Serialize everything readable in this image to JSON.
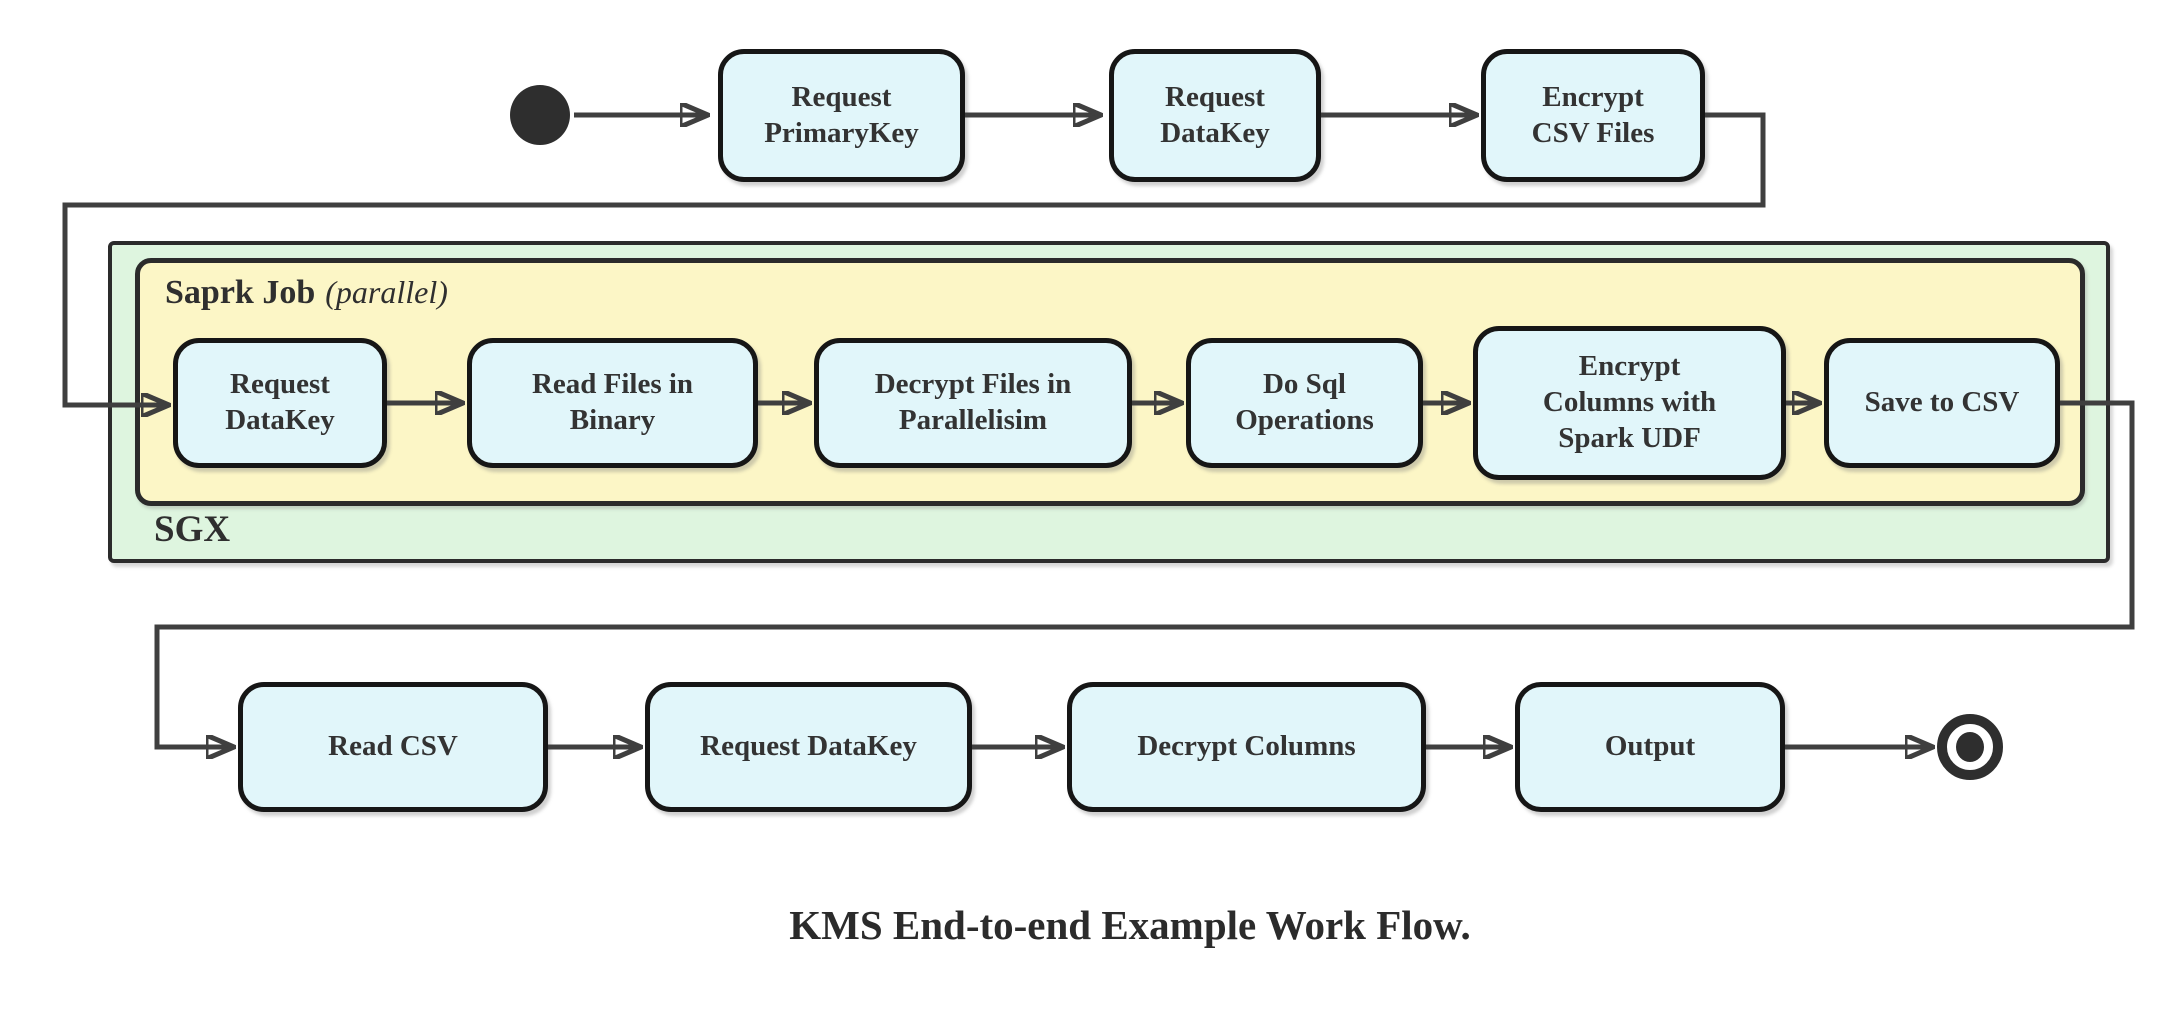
{
  "diagram": {
    "caption": "KMS End-to-end Example Work Flow.",
    "top_nodes": [
      {
        "label": "Request\nPrimaryKey"
      },
      {
        "label": "Request\nDataKey"
      },
      {
        "label": "Encrypt\nCSV Files"
      }
    ],
    "sgx": {
      "label": "SGX",
      "spark_job": {
        "title": "Saprk Job",
        "qualifier": "(parallel)",
        "nodes": [
          {
            "label": "Request\nDataKey"
          },
          {
            "label": "Read Files in\nBinary"
          },
          {
            "label": "Decrypt Files in\nParallelisim"
          },
          {
            "label": "Do Sql\nOperations"
          },
          {
            "label": "Encrypt\nColumns with\nSpark UDF"
          },
          {
            "label": "Save to CSV"
          }
        ]
      }
    },
    "bottom_nodes": [
      {
        "label": "Read CSV"
      },
      {
        "label": "Request DataKey"
      },
      {
        "label": "Decrypt Columns"
      },
      {
        "label": "Output"
      }
    ],
    "colors": {
      "node_fill": "#e1f6fa",
      "node_border": "#161616",
      "spark_fill": "#fcf6c6",
      "sgx_fill": "#def5df",
      "container_border": "#2b2b2b",
      "edge": "#3f3f3f",
      "text": "#333333"
    }
  }
}
